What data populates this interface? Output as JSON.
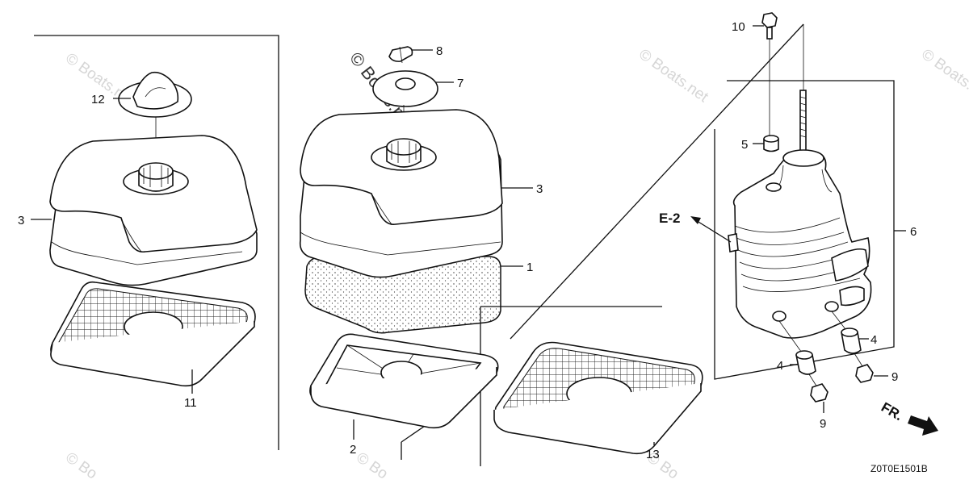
{
  "labels": {
    "l1": "1",
    "l2": "2",
    "l3a": "3",
    "l3b": "3",
    "l4a": "4",
    "l4b": "4",
    "l5": "5",
    "l6": "6",
    "l7": "7",
    "l8": "8",
    "l9a": "9",
    "l9b": "9",
    "l10": "10",
    "l11": "11",
    "l12": "12",
    "l13": "13"
  },
  "ref_e2": "E-2",
  "front_marker": "FR.",
  "diagram_code": "Z0T0E1501B",
  "watermark_text": "© Boats.net",
  "watermark_repeat": "© Bo",
  "colors": {
    "line": "#111111",
    "watermark": "#d6d6d6",
    "background": "#ffffff"
  }
}
